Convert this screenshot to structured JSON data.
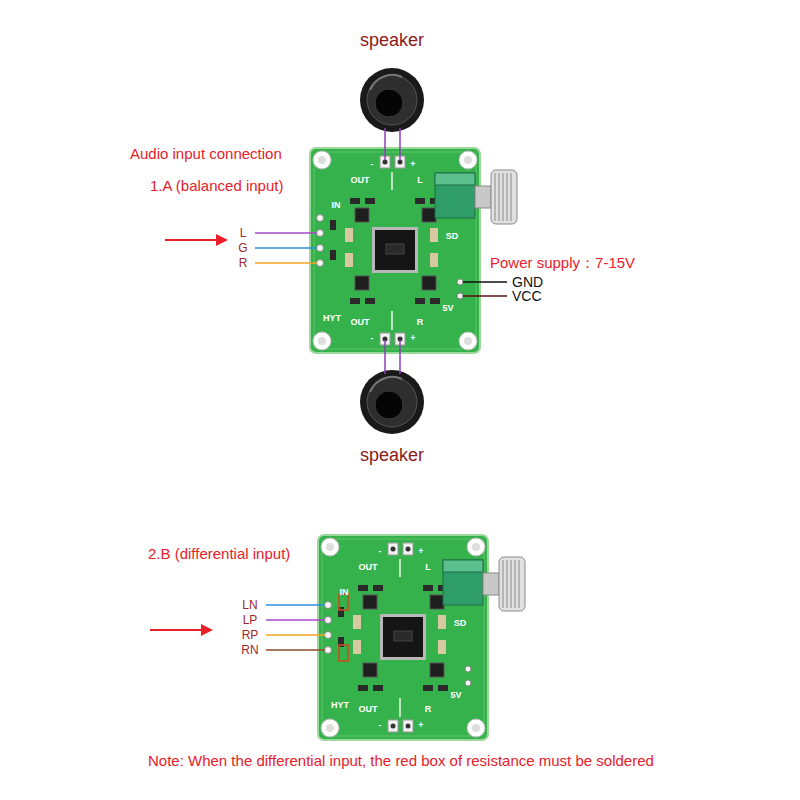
{
  "diagram": {
    "labels": [
      "speaker",
      "Audio input connection",
      "1.A (balanced input)",
      "-",
      "+",
      "OUT",
      "L",
      "IN",
      "L",
      "G",
      "R",
      "SD",
      "Power supply：7-15V",
      "GND",
      "VCC",
      "5V",
      "HYT",
      "OUT",
      "R",
      "-",
      "+",
      "speaker",
      "2.B (differential input)",
      "-",
      "+",
      "OUT",
      "L",
      "IN",
      "LN",
      "LP",
      "RP",
      "RN",
      "SD",
      "5V",
      "HYT",
      "OUT",
      "R",
      "-",
      "+",
      "Note: When the differential input, the red box of resistance must be soldered"
    ]
  }
}
